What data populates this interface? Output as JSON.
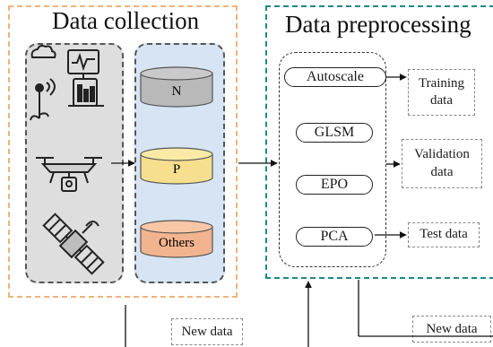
{
  "collection": {
    "title": "Data collection",
    "sources": [
      "sensor-icon",
      "drone-icon",
      "satellite-icon"
    ],
    "databases": [
      {
        "label": "N",
        "color": "#b9b9b9",
        "top": "#c9c9c9"
      },
      {
        "label": "P",
        "color": "#f6df8e",
        "top": "#fbeaa6"
      },
      {
        "label": "Others",
        "color": "#f2b48e",
        "top": "#f7c7a6"
      }
    ]
  },
  "preprocessing": {
    "title": "Data preprocessing",
    "methods": [
      "Autoscale",
      "GLSM",
      "EPO",
      "PCA"
    ],
    "outputs": {
      "training": "Training data",
      "validation": "Validation data",
      "test": "Test data"
    }
  },
  "feedback": {
    "left_label": "New data",
    "right_label": "New data"
  }
}
